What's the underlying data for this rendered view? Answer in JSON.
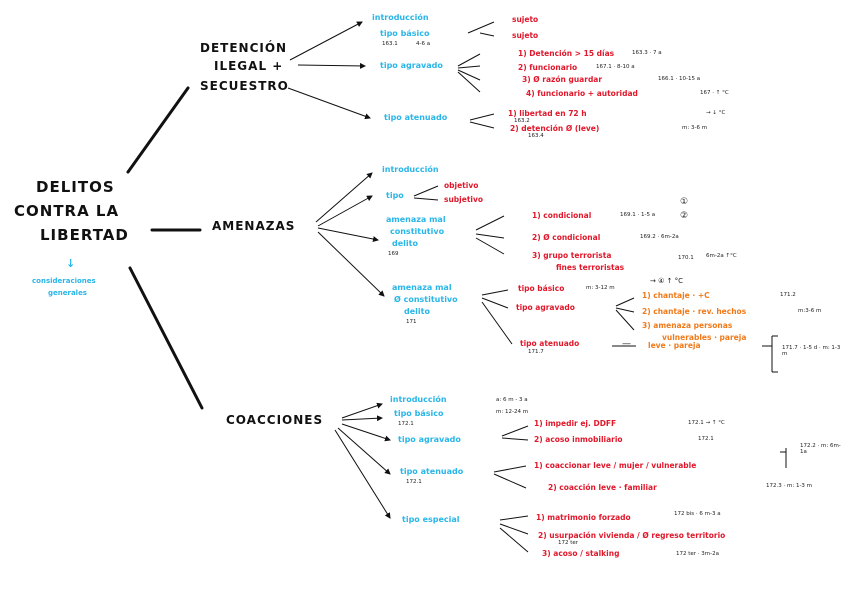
{
  "root": {
    "line1": "DELITOS",
    "line2": "CONTRA LA",
    "line3": "LIBERTAD",
    "sub_marker": "↓",
    "sub1": "consideraciones",
    "sub2": "generales"
  },
  "detencion": {
    "title1": "DETENCIÓN",
    "title2": "ILEGAL +",
    "title3": "SECUESTRO",
    "intro": "introducción",
    "tipo_basico": "tipo básico",
    "tb_art": "163.1",
    "tb_pena": "4-6 a",
    "sujeto1": "sujeto",
    "sujeto2": "sujeto",
    "tipo_agravado": "tipo agravado",
    "ag1": "1) Detención > 15 días",
    "ag1_n": "163.3 · 7 a",
    "ag2": "2) funcionario",
    "ag2_n": "167.1 · 8-10 a",
    "ag3": "3) Ø razón guardar",
    "ag3_n": "166.1 · 10-15 a",
    "ag4": "4) funcionario + autoridad",
    "ag4_n": "167 · ↑ °C",
    "tipo_atenuado": "tipo atenuado",
    "at1": "1) libertad en 72 h",
    "at1_art": "163.2",
    "at1_n": "→ ↓ °C",
    "at2": "2) detención Ø (leve)",
    "at2_art": "163.4",
    "at2_n": "m: 3-6 m"
  },
  "amenazas": {
    "title": "AMENAZAS",
    "intro": "introducción",
    "tipo": "tipo",
    "obj1": "objetivo",
    "obj2": "subjetivo",
    "amenaza_mal1": "amenaza mal",
    "amenaza_mal2": "constitutivo",
    "amenaza_mal3": "delito",
    "art169": "169",
    "c1": "1) condicional",
    "c1_n": "169.1 · 1-5 a",
    "c1_mark": "①",
    "c2": "2) Ø condicional",
    "c2_n": "169.2 · 6m-2a",
    "c2_mark": "②",
    "c3a": "3) grupo terrorista",
    "c3b": "fines terroristas",
    "c3_n": "170.1",
    "c3_r": "6m-2a ↑°C",
    "amenaza_mal_nd1": "amenaza mal",
    "amenaza_mal_nd2": "Ø constitutivo",
    "amenaza_mal_nd3": "delito",
    "art171": "171",
    "nd_basico": "tipo básico",
    "nd_basico_n": "m: 3-12 m",
    "nd_basico_mark": "→ ④ ↑ °C",
    "nd_agravado": "tipo agravado",
    "o1": "1) chantaje · +C",
    "o1_n": "171.2",
    "o2": "2) chantaje · rev. hechos",
    "o2_n": "m:3-6 m",
    "o3a": "3) amenaza personas",
    "o3b": "vulnerables · pareja",
    "nd_atenuado": "tipo atenuado",
    "nd_atenuado_art": "171.7",
    "nd_atenuado_dash": "—",
    "nd_leve": "leve · pareja",
    "nd_leve_n": "171.7 · 1-5 d · m: 1-3 m"
  },
  "coacciones": {
    "title": "COACCIONES",
    "intro": "introducción",
    "intro_n": "a: 6 m - 3 a",
    "basico": "tipo básico",
    "basico_art": "172.1",
    "basico_n": "m: 12-24 m",
    "agravado": "tipo agravado",
    "g1": "1) impedir ej. DDFF",
    "g1_n": "172.1 → ↑ °C",
    "g2": "2) acoso inmobiliario",
    "g2_n": "172.1",
    "atenuado": "tipo atenuado",
    "atenuado_art": "172.1",
    "a1": "1) coaccionar leve / mujer / vulnerable",
    "a1_n": "172.2 · m: 6m-1a",
    "a2": "2) coacción leve · familiar",
    "a2_n": "172.3 · m: 1-3 m",
    "especial": "tipo especial",
    "e1": "1) matrimonio forzado",
    "e1_n": "172 bis · 6 m-3 a",
    "e2": "2) usurpación vivienda / Ø regreso territorio",
    "e2_n": "172 ter",
    "e3": "3) acoso / stalking",
    "e3_n": "172 ter · 3m-2a"
  }
}
